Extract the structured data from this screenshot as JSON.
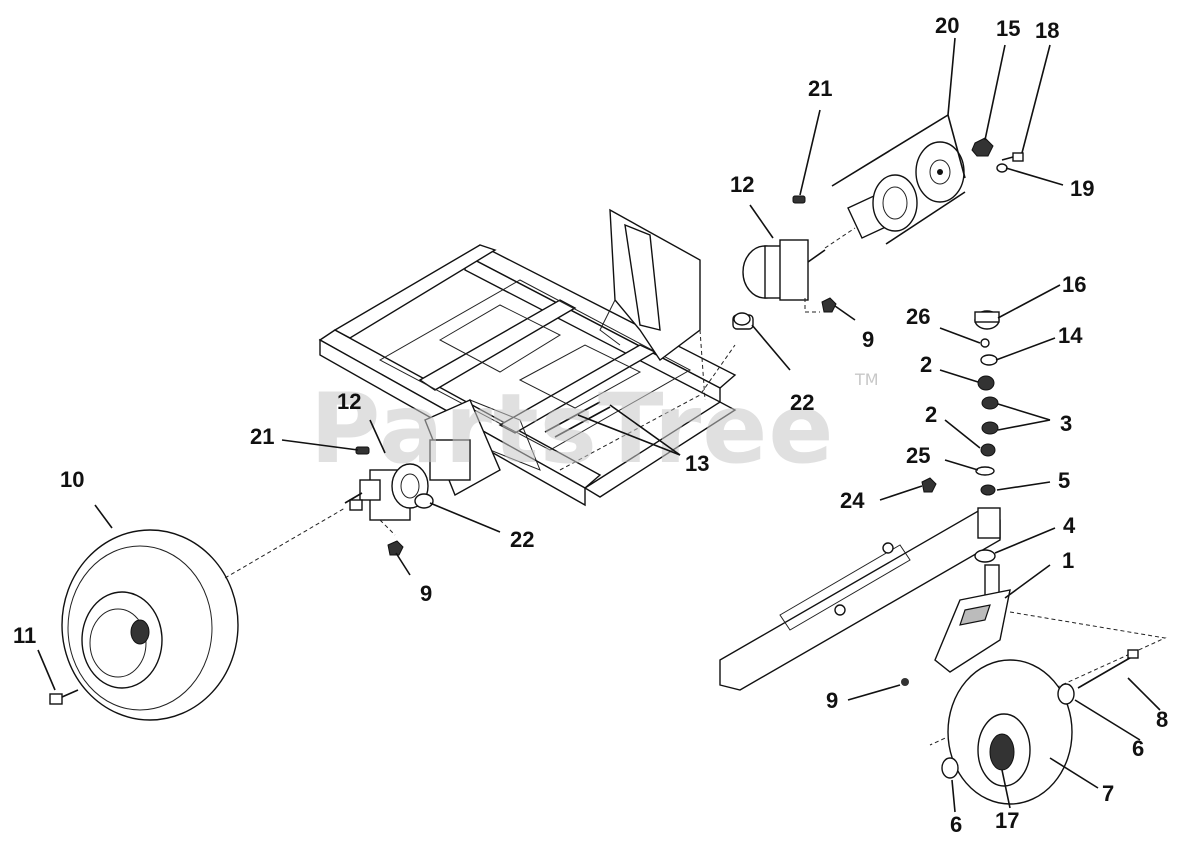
{
  "watermark": {
    "text": "PartsTree",
    "trademark": "TM"
  },
  "callouts": [
    {
      "id": "c20",
      "text": "20"
    },
    {
      "id": "c15",
      "text": "15"
    },
    {
      "id": "c18",
      "text": "18"
    },
    {
      "id": "c21a",
      "text": "21"
    },
    {
      "id": "c12a",
      "text": "12"
    },
    {
      "id": "c19",
      "text": "19"
    },
    {
      "id": "c16",
      "text": "16"
    },
    {
      "id": "c26",
      "text": "26"
    },
    {
      "id": "c14",
      "text": "14"
    },
    {
      "id": "c9a",
      "text": "9"
    },
    {
      "id": "c2a",
      "text": "2"
    },
    {
      "id": "c22a",
      "text": "22"
    },
    {
      "id": "c12b",
      "text": "12"
    },
    {
      "id": "c2b",
      "text": "2"
    },
    {
      "id": "c3",
      "text": "3"
    },
    {
      "id": "c21b",
      "text": "21"
    },
    {
      "id": "c13",
      "text": "13"
    },
    {
      "id": "c25",
      "text": "25"
    },
    {
      "id": "c10",
      "text": "10"
    },
    {
      "id": "c24",
      "text": "24"
    },
    {
      "id": "c5",
      "text": "5"
    },
    {
      "id": "c22b",
      "text": "22"
    },
    {
      "id": "c4",
      "text": "4"
    },
    {
      "id": "c1",
      "text": "1"
    },
    {
      "id": "c9b",
      "text": "9"
    },
    {
      "id": "c11",
      "text": "11"
    },
    {
      "id": "c8",
      "text": "8"
    },
    {
      "id": "c9c",
      "text": "9"
    },
    {
      "id": "c6a",
      "text": "6"
    },
    {
      "id": "c7",
      "text": "7"
    },
    {
      "id": "c6b",
      "text": "6"
    },
    {
      "id": "c17",
      "text": "17"
    }
  ]
}
